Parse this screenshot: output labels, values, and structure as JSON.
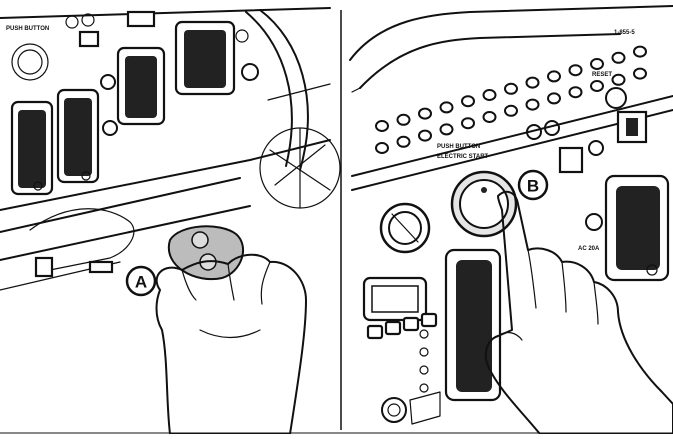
{
  "figure": {
    "left_panel": {
      "callout": "A"
    },
    "right_panel": {
      "callout": "B",
      "phone_label": "1-855-5",
      "push_button_title": "PUSH BUTTON",
      "push_button_subtitle": "ELECTRIC START",
      "reset_label": "RESET",
      "ac_20a_label": "AC 20A",
      "push_button_word_left": "PUSH BUTTON"
    }
  },
  "colors": {
    "ink": "#111111",
    "background": "#ffffff"
  }
}
